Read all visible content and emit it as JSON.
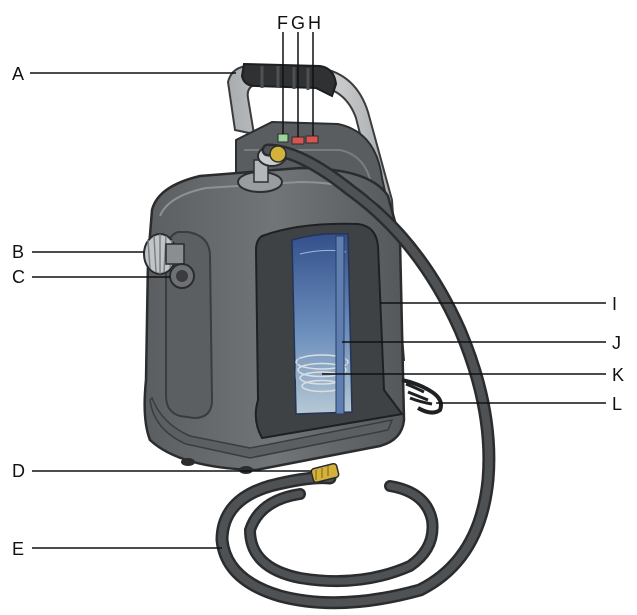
{
  "colors": {
    "body_dark": "#4a4d50",
    "body_mid": "#6a6d70",
    "body_light": "#8d9093",
    "handle": "#b9bcbe",
    "hose": "#3d3f41",
    "window_top": "#35508a",
    "window_bottom": "#9fb8cc",
    "brass": "#d4b23a",
    "button_red": "#d9534f",
    "button_green": "#9cd39b"
  },
  "labels": {
    "A": "A",
    "B": "B",
    "C": "C",
    "D": "D",
    "E": "E",
    "F": "F",
    "G": "G",
    "H": "H",
    "I": "I",
    "J": "J",
    "K": "K",
    "L": "L"
  }
}
